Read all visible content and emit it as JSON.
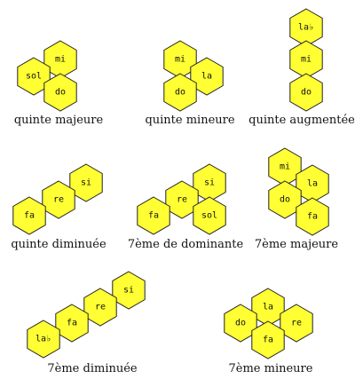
{
  "diagrams": [
    {
      "caption": "quinte majeure",
      "notes": [
        "mi",
        "sol",
        "do"
      ]
    },
    {
      "caption": "quinte mineure",
      "notes": [
        "mi",
        "la",
        "do"
      ]
    },
    {
      "caption": "quinte augmentée",
      "notes": [
        "la♭",
        "mi",
        "do"
      ]
    },
    {
      "caption": "quinte diminuée",
      "notes": [
        "si",
        "re",
        "fa"
      ]
    },
    {
      "caption": "7ème de dominante",
      "notes": [
        "si",
        "re",
        "fa",
        "sol"
      ]
    },
    {
      "caption": "7ème majeure",
      "notes": [
        "mi",
        "la",
        "do",
        "fa"
      ]
    },
    {
      "caption": "7ème diminuée",
      "notes": [
        "si",
        "re",
        "fa",
        "la♭"
      ]
    },
    {
      "caption": "7ème mineure",
      "notes": [
        "la",
        "do",
        "re",
        "fa"
      ]
    }
  ],
  "colors": {
    "hex_fill": "#ffff33",
    "hex_stroke": "#222222"
  }
}
